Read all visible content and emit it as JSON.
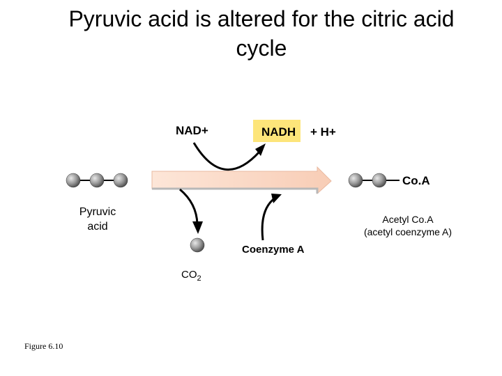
{
  "slide": {
    "title_line1": "Pyruvic acid is altered for the citric acid",
    "title_line2": "cycle",
    "figure_label": "Figure 6.10"
  },
  "diagram": {
    "nad_plus": "NAD+",
    "nadh": "NADH",
    "plus_h": "+ H+",
    "coa": "Co.A",
    "pyruvic_acid_line1": "Pyruvic",
    "pyruvic_acid_line2": "acid",
    "acetyl_coa_line1": "Acetyl Co.A",
    "acetyl_coa_line2": "(acetyl coenzyme A)",
    "coenzyme_a": "Coenzyme A",
    "co2": "CO",
    "co2_subscript": "2"
  },
  "colors": {
    "nadh_highlight": "#fde57a",
    "arrow_fill": "#fbd9c4",
    "molecule": "#8a8a8a"
  }
}
